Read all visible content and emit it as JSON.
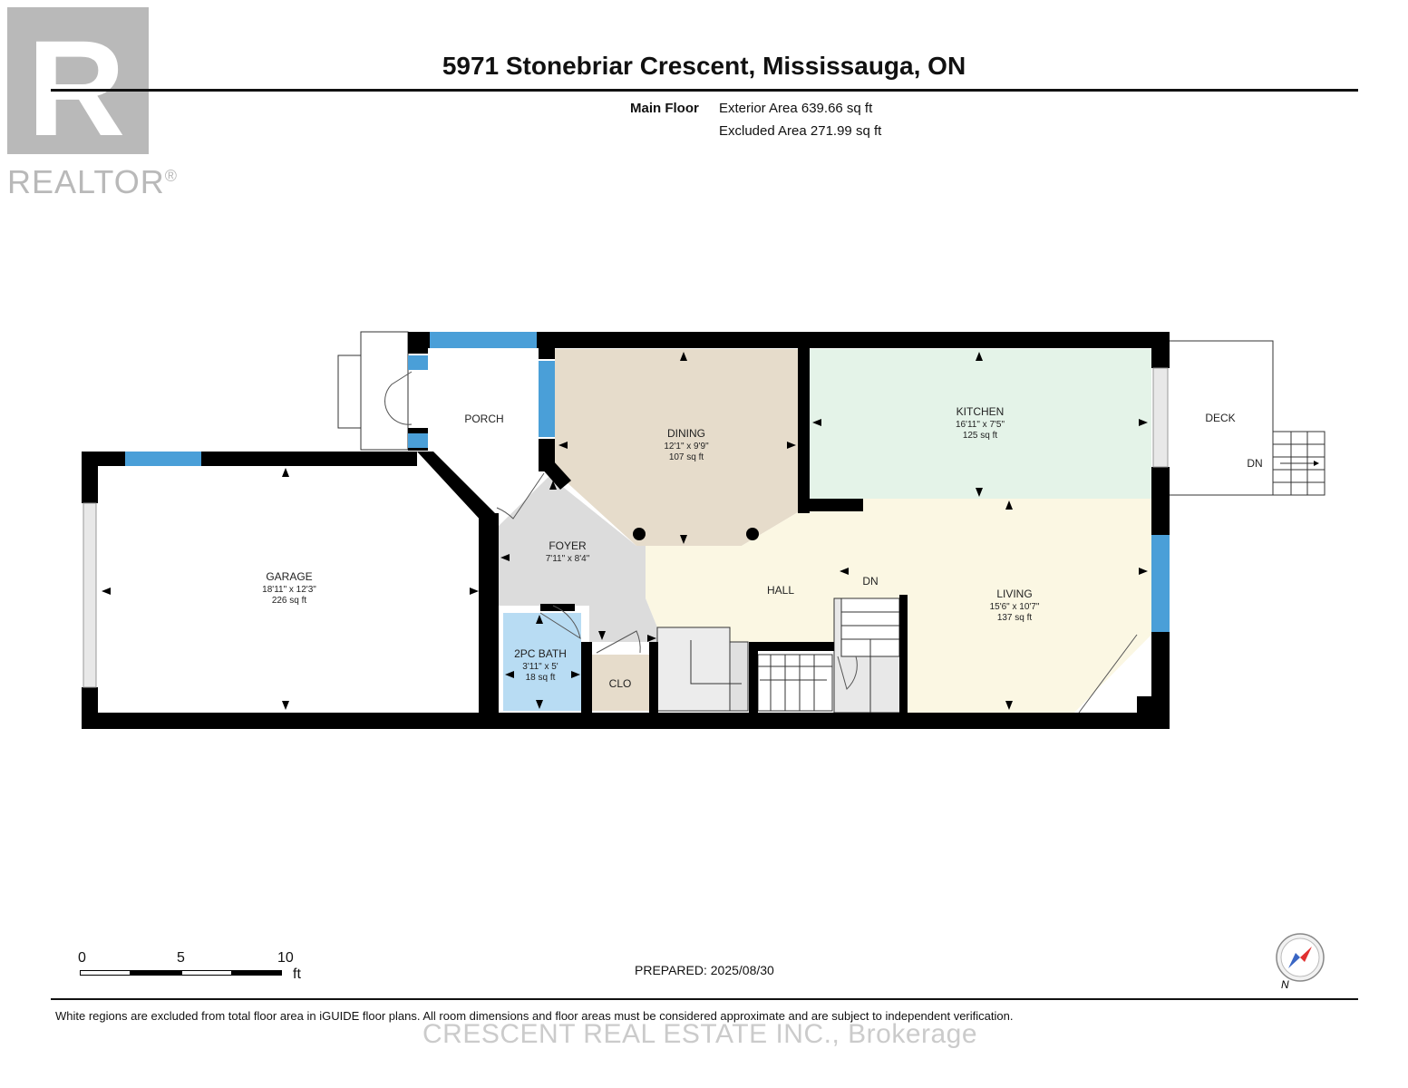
{
  "logo": {
    "letter": "R",
    "word": "REALTOR",
    "mark": "®"
  },
  "title": "5971 Stonebriar Crescent, Mississauga, ON",
  "floor": {
    "name": "Main Floor",
    "exterior_area": "Exterior Area 639.66 sq ft",
    "excluded_area": "Excluded Area 271.99 sq ft"
  },
  "rooms": {
    "porch": {
      "name": "PORCH"
    },
    "dining": {
      "name": "DINING",
      "dims": "12'1\" x 9'9\"",
      "area": "107 sq ft"
    },
    "kitchen": {
      "name": "KITCHEN",
      "dims": "16'11\" x 7'5\"",
      "area": "125 sq ft"
    },
    "deck": {
      "name": "DECK",
      "stair": "DN"
    },
    "garage": {
      "name": "GARAGE",
      "dims": "18'11\" x 12'3\"",
      "area": "226 sq ft"
    },
    "foyer": {
      "name": "FOYER",
      "dims": "7'11\" x 8'4\"",
      "area": null
    },
    "foyer_dims": "7'11\" x 8'4\"",
    "hall": {
      "name": "HALL",
      "stair": "DN"
    },
    "living": {
      "name": "LIVING",
      "dims": "15'6\" x 10'7\"",
      "area": "137 sq ft"
    },
    "bath": {
      "name": "2PC BATH",
      "dims": "3'11\" x 5'",
      "area": "18 sq ft"
    },
    "closet": {
      "name": "CLO"
    }
  },
  "colors": {
    "dining": "#e6dccb",
    "kitchen": "#e4f3e8",
    "living": "#fbf7e3",
    "foyer": "#dcdcdc",
    "bath": "#b8dcf3",
    "closet": "#e6dccb",
    "window": "#4a9fd8",
    "wall": "#000000",
    "logo": "#b9b9b9"
  },
  "scale": {
    "labels": [
      "0",
      "5",
      "10"
    ],
    "unit": "ft"
  },
  "prepared": "PREPARED: 2025/08/30",
  "compass": {
    "label": "N"
  },
  "disclaimer": "White regions are excluded from total floor area in iGUIDE floor plans. All room dimensions and floor areas must be considered approximate and are subject to independent verification.",
  "watermark": "CRESCENT REAL ESTATE INC., Brokerage"
}
